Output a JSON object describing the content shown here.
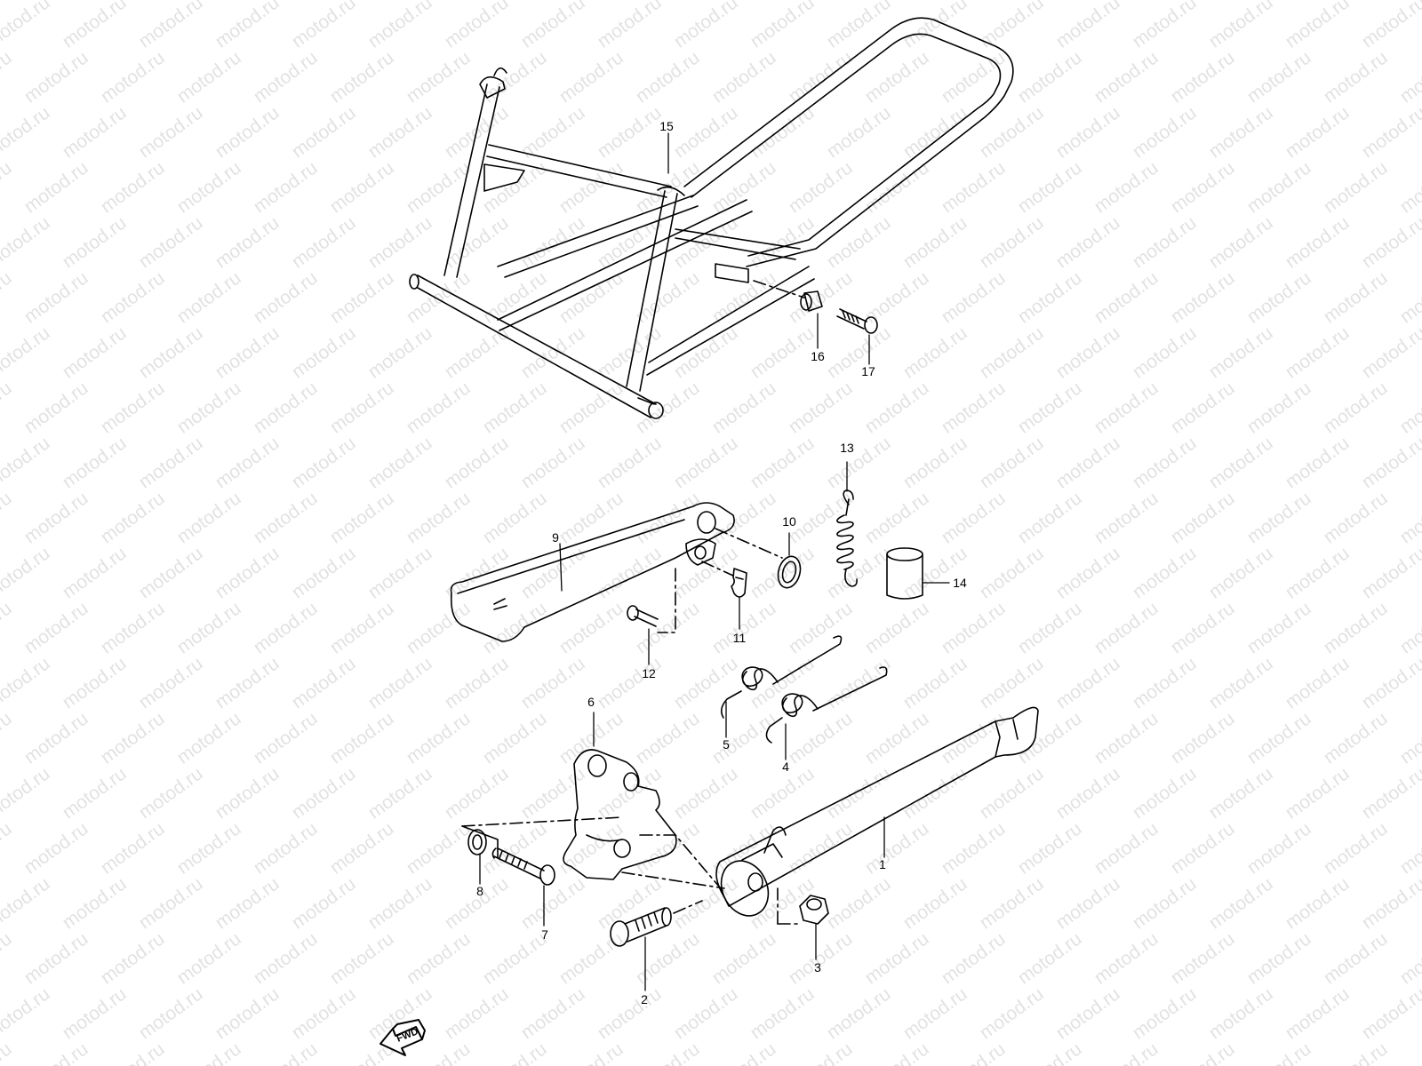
{
  "watermark": "motod.ru",
  "fwd_label": "FWD",
  "callouts": [
    "1",
    "2",
    "3",
    "4",
    "5",
    "6",
    "7",
    "8",
    "9",
    "10",
    "11",
    "12",
    "13",
    "14",
    "15",
    "16",
    "17"
  ],
  "colors": {
    "line": "#000000",
    "watermark": "#e2e2e2",
    "background": "#ffffff"
  }
}
